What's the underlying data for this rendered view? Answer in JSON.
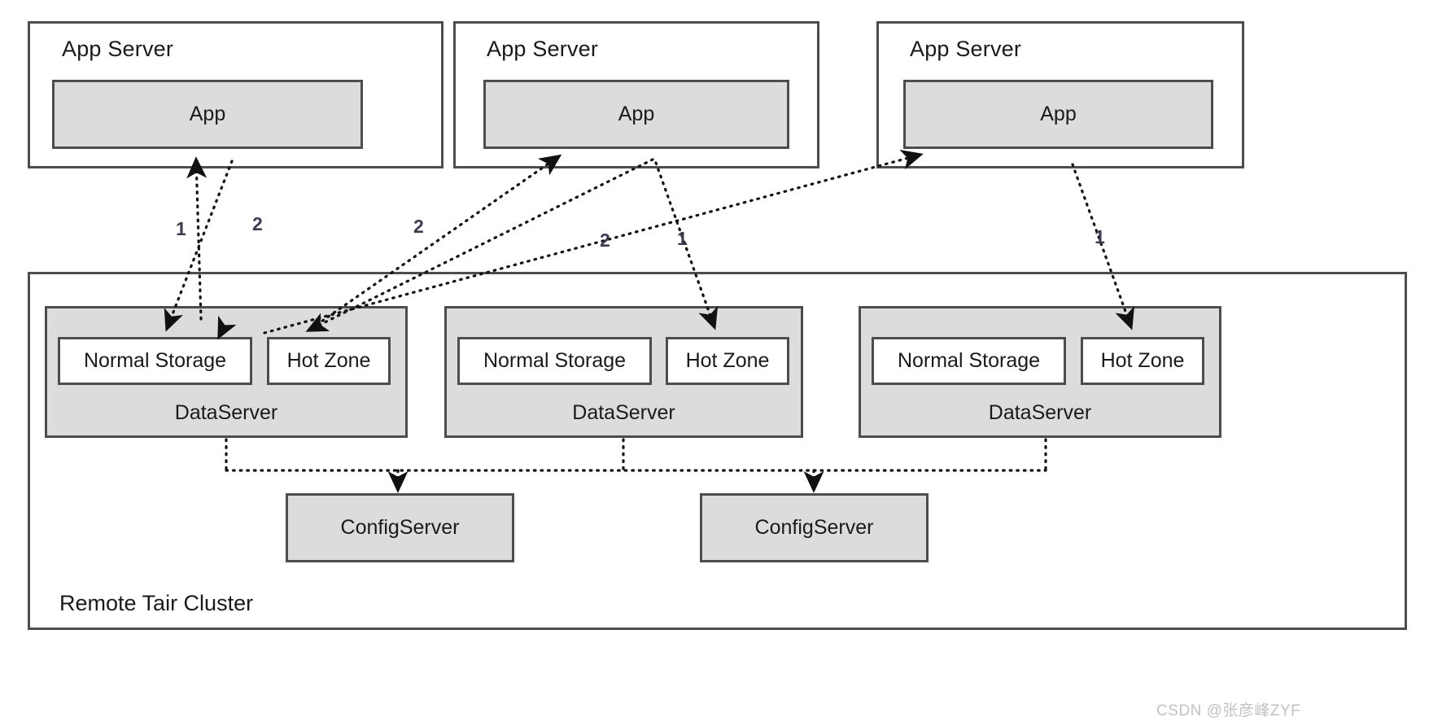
{
  "diagram": {
    "title": "Remote Tair Cluster architecture",
    "cluster_label": "Remote Tair Cluster",
    "colors": {
      "stroke": "#4d4d4d",
      "fill_gray": "#dcdcdc",
      "background": "#ffffff",
      "text": "#1a1a1a",
      "edge_label": "#3c3c50",
      "watermark": "#c2c2c2"
    },
    "app_servers": [
      {
        "title": "App Server",
        "app_label": "App"
      },
      {
        "title": "App Server",
        "app_label": "App"
      },
      {
        "title": "App Server",
        "app_label": "App"
      }
    ],
    "data_servers": [
      {
        "name": "DataServer",
        "normal_storage": "Normal Storage",
        "hot_zone": "Hot Zone"
      },
      {
        "name": "DataServer",
        "normal_storage": "Normal Storage",
        "hot_zone": "Hot Zone"
      },
      {
        "name": "DataServer",
        "normal_storage": "Normal Storage",
        "hot_zone": "Hot Zone"
      }
    ],
    "config_servers": [
      {
        "name": "ConfigServer"
      },
      {
        "name": "ConfigServer"
      }
    ],
    "edge_labels": [
      {
        "id": "e1",
        "text": "1"
      },
      {
        "id": "e2",
        "text": "2"
      },
      {
        "id": "e3",
        "text": "2"
      },
      {
        "id": "e4",
        "text": "2"
      },
      {
        "id": "e5",
        "text": "1"
      },
      {
        "id": "e6",
        "text": "1"
      }
    ],
    "watermark": "CSDN @张彦峰ZYF"
  }
}
